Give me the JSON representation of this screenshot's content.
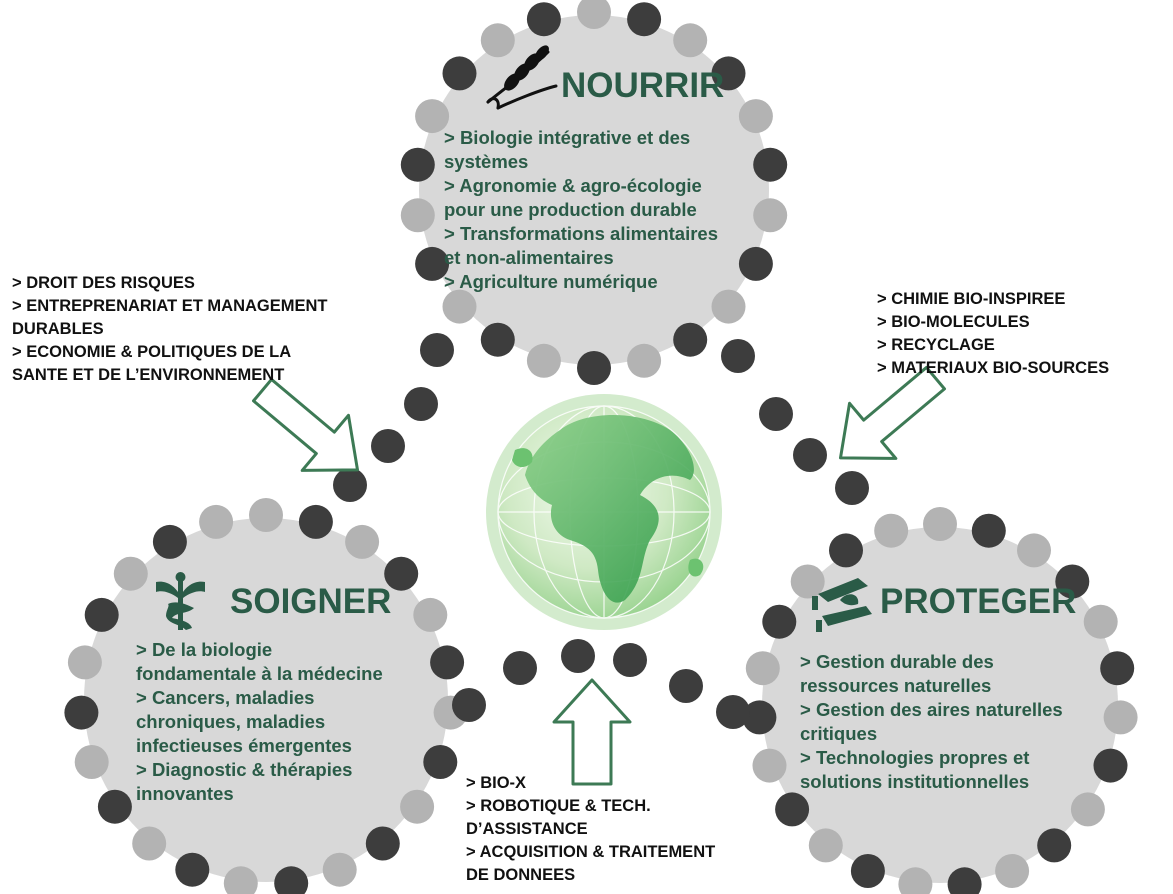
{
  "poles": {
    "nourrir": {
      "title": "NOURRIR",
      "icon": "wheat-icon",
      "items": [
        "> Biologie intégrative et des",
        "systèmes",
        "> Agronomie & agro-écologie",
        "pour une production durable",
        "> Transformations alimentaires",
        "et non-alimentaires",
        "> Agriculture numérique"
      ]
    },
    "soigner": {
      "title": "SOIGNER",
      "icon": "caduceus-icon",
      "items": [
        "> De la biologie",
        "fondamentale à la médecine",
        "> Cancers, maladies",
        "chroniques, maladies",
        "infectieuses émergentes",
        "> Diagnostic & thérapies",
        "innovantes"
      ]
    },
    "proteger": {
      "title": "PROTEGER",
      "icon": "protecting-hands-icon",
      "items": [
        "> Gestion durable des",
        "ressources naturelles",
        "> Gestion des aires naturelles",
        "critiques",
        "> Technologies propres et",
        "solutions institutionnelles"
      ]
    }
  },
  "side_lists": {
    "top_left": [
      "> DROIT DES RISQUES",
      "> ENTREPRENARIAT ET MANAGEMENT",
      "DURABLES",
      "> ECONOMIE & POLITIQUES DE LA",
      "SANTE ET DE L’ENVIRONNEMENT"
    ],
    "top_right": [
      "> CHIMIE BIO-INSPIREE",
      "> BIO-MOLECULES",
      "> RECYCLAGE",
      "> MATERIAUX  BIO-SOURCES"
    ],
    "bottom": [
      "> BIO-X",
      "> ROBOTIQUE & TECH.",
      "D’ASSISTANCE",
      "> ACQUISITION & TRAITEMENT",
      "DE DONNEES"
    ]
  },
  "center": {
    "icon": "globe-icon"
  },
  "colors": {
    "title_green": "#2a5b47",
    "circle_fill": "#d8d8d8",
    "dot_light": "#b3b3b3",
    "dot_dark": "#3d3d3d",
    "globe_light": "#c8e6c9",
    "globe_dark": "#4caf50"
  }
}
